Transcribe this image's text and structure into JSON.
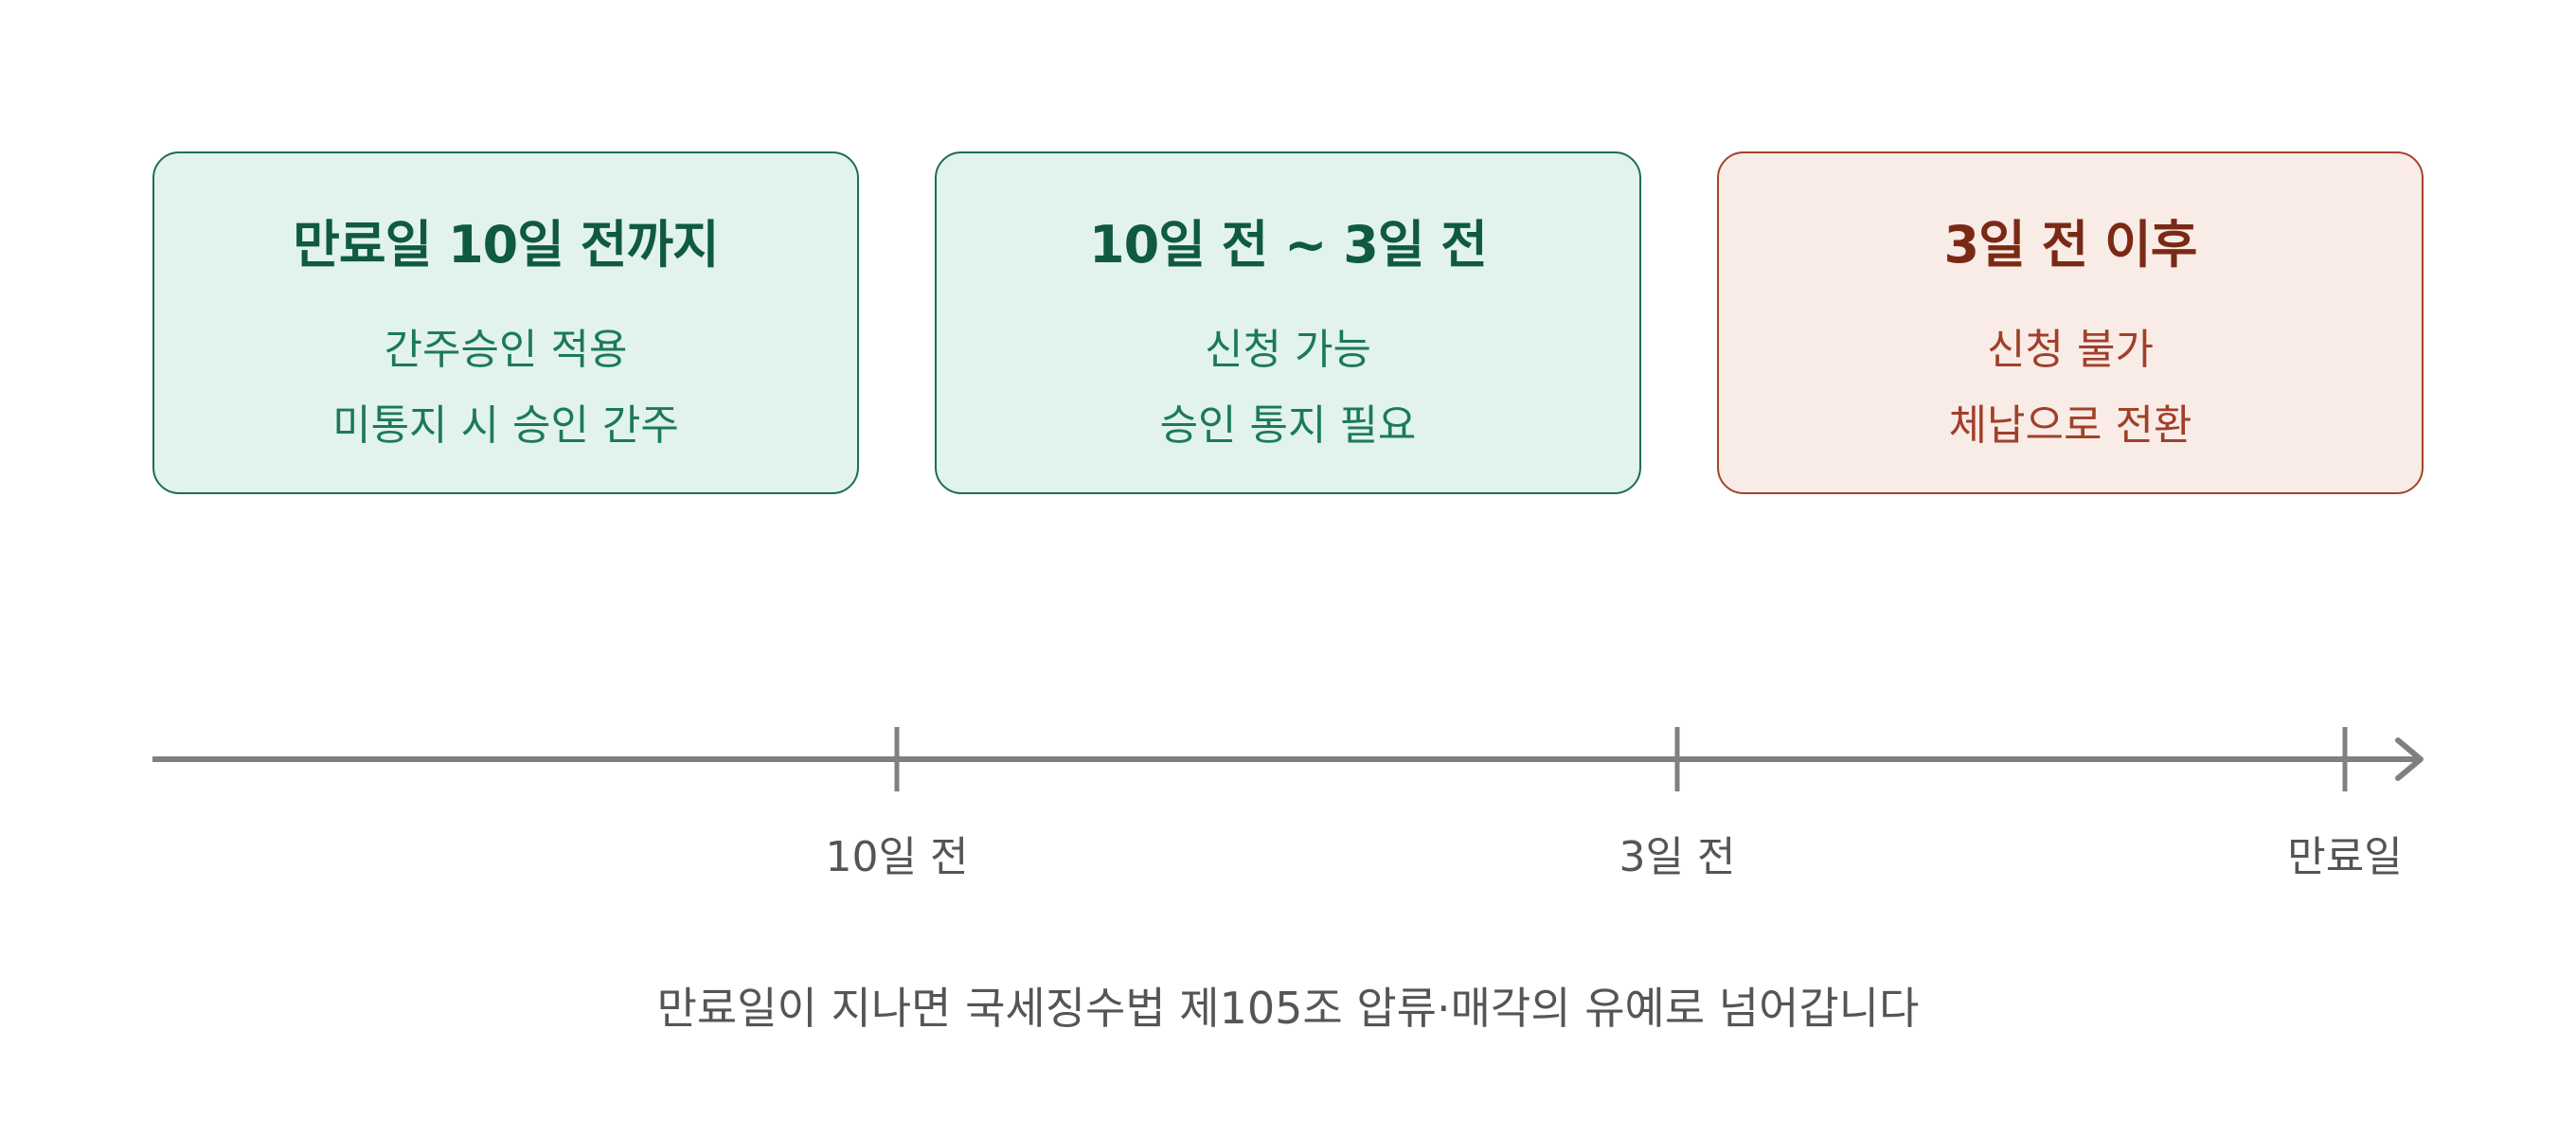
{
  "cards": [
    {
      "title": "만료일 10일 전까지",
      "line1": "간주승인 적용",
      "line2": "미통지 시 승인 간주"
    },
    {
      "title": "10일 전 ~ 3일 전",
      "line1": "신청 가능",
      "line2": "승인 통지 필요"
    },
    {
      "title": "3일 전 이후",
      "line1": "신청 불가",
      "line2": "체납으로 전환"
    }
  ],
  "timeline": {
    "ticks": [
      "10일 전",
      "3일 전",
      "만료일"
    ]
  },
  "footnote": "만료일이 지나면 국세징수법 제105조 압류·매각의 유예로 넘어갑니다",
  "colors": {
    "green_fill": "#e1f3ec",
    "green_border": "#1e6e50",
    "red_fill": "#f9ebe6",
    "red_border": "#a4442a",
    "axis": "#808080"
  }
}
